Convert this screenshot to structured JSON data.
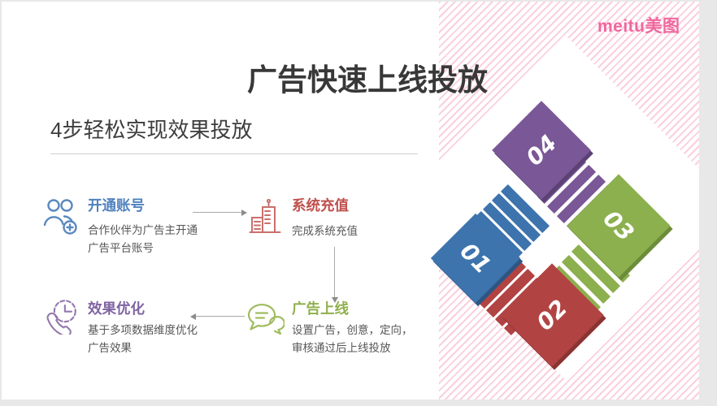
{
  "logo": {
    "text": "meitu美图",
    "color": "#f0679e"
  },
  "title": "广告快速上线投放",
  "subtitle": "4步轻松实现效果投放",
  "steps": [
    {
      "num": "01",
      "title": "开通账号",
      "desc": "合作伙伴为广告主开通\n广告平台账号",
      "color": "#4f81bd",
      "icon": "people-add-icon"
    },
    {
      "num": "02",
      "title": "系统充值",
      "desc": "完成系统充值",
      "color": "#c0504d",
      "icon": "building-icon"
    },
    {
      "num": "03",
      "title": "广告上线",
      "desc": "设置广告，创意，定向，\n审核通过后上线投放",
      "color": "#8faf4c",
      "icon": "chat-bubbles-icon"
    },
    {
      "num": "04",
      "title": "效果优化",
      "desc": "基于多项数据维度优化\n广告效果",
      "color": "#8064a2",
      "icon": "phone-clock-icon"
    }
  ],
  "stairs": {
    "labels": [
      "01",
      "02",
      "03",
      "04"
    ],
    "colors": {
      "step1": "#3e74ad",
      "step2": "#b24343",
      "step3": "#8cb04e",
      "step4": "#7a5796"
    },
    "stripe_color": "#f6a0be"
  }
}
